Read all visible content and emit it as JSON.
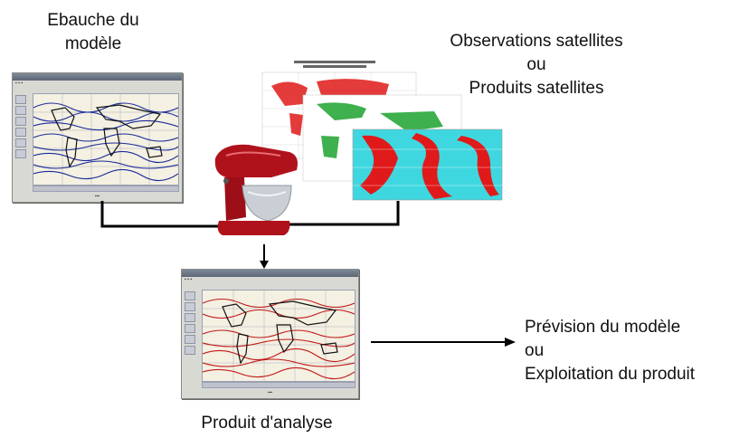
{
  "labels": {
    "background": [
      "Ebauche du",
      "modèle"
    ],
    "observations": [
      "Observations satellites",
      "ou",
      "Produits satellites"
    ],
    "forecast": [
      "Prévision du modèle",
      "ou",
      "Exploitation du produit"
    ],
    "analysis": "Produit d'analyse"
  },
  "colors": {
    "background_field": "#1a2a9a",
    "analysis_field": "#c01818",
    "satellite_obs": "#e01a1a",
    "satellite_green": "#2aa83a",
    "satellite_cyan": "#3fd7df",
    "mixer": "#b0121c",
    "connector": "#000000"
  },
  "icons": {
    "mixer": "stand-mixer-icon"
  }
}
